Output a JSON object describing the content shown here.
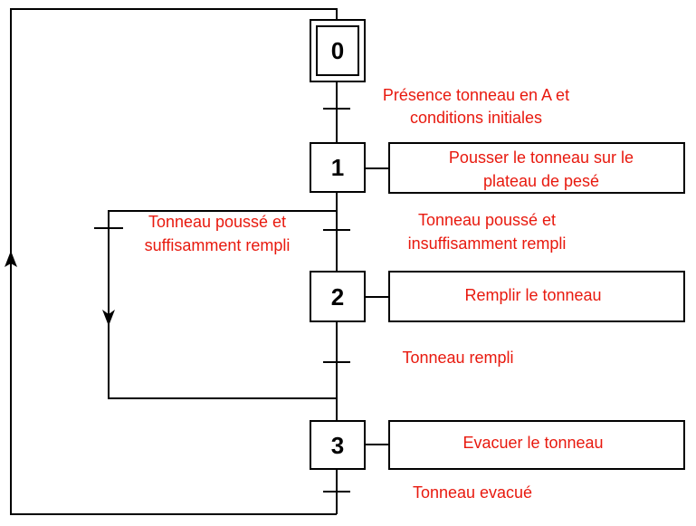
{
  "colors": {
    "line": "#000000",
    "text": "#e8190e",
    "background": "#ffffff"
  },
  "steps": [
    {
      "number": "0",
      "initial": true
    },
    {
      "number": "1",
      "initial": false
    },
    {
      "number": "2",
      "initial": false
    },
    {
      "number": "3",
      "initial": false
    }
  ],
  "actions": {
    "step1": [
      "Pousser le tonneau sur le",
      "plateau de pesé"
    ],
    "step2": [
      "Remplir le tonneau"
    ],
    "step3": [
      "Evacuer le tonneau"
    ]
  },
  "transitions": {
    "t0_1": [
      "Présence tonneau en A et",
      "conditions initiales"
    ],
    "t1_2": [
      "Tonneau poussé et",
      "insuffisamment rempli"
    ],
    "t1_3": [
      "Tonneau poussé et",
      "suffisamment rempli"
    ],
    "t2_3": [
      "Tonneau rempli"
    ],
    "t3_0": [
      "Tonneau evacué"
    ]
  }
}
